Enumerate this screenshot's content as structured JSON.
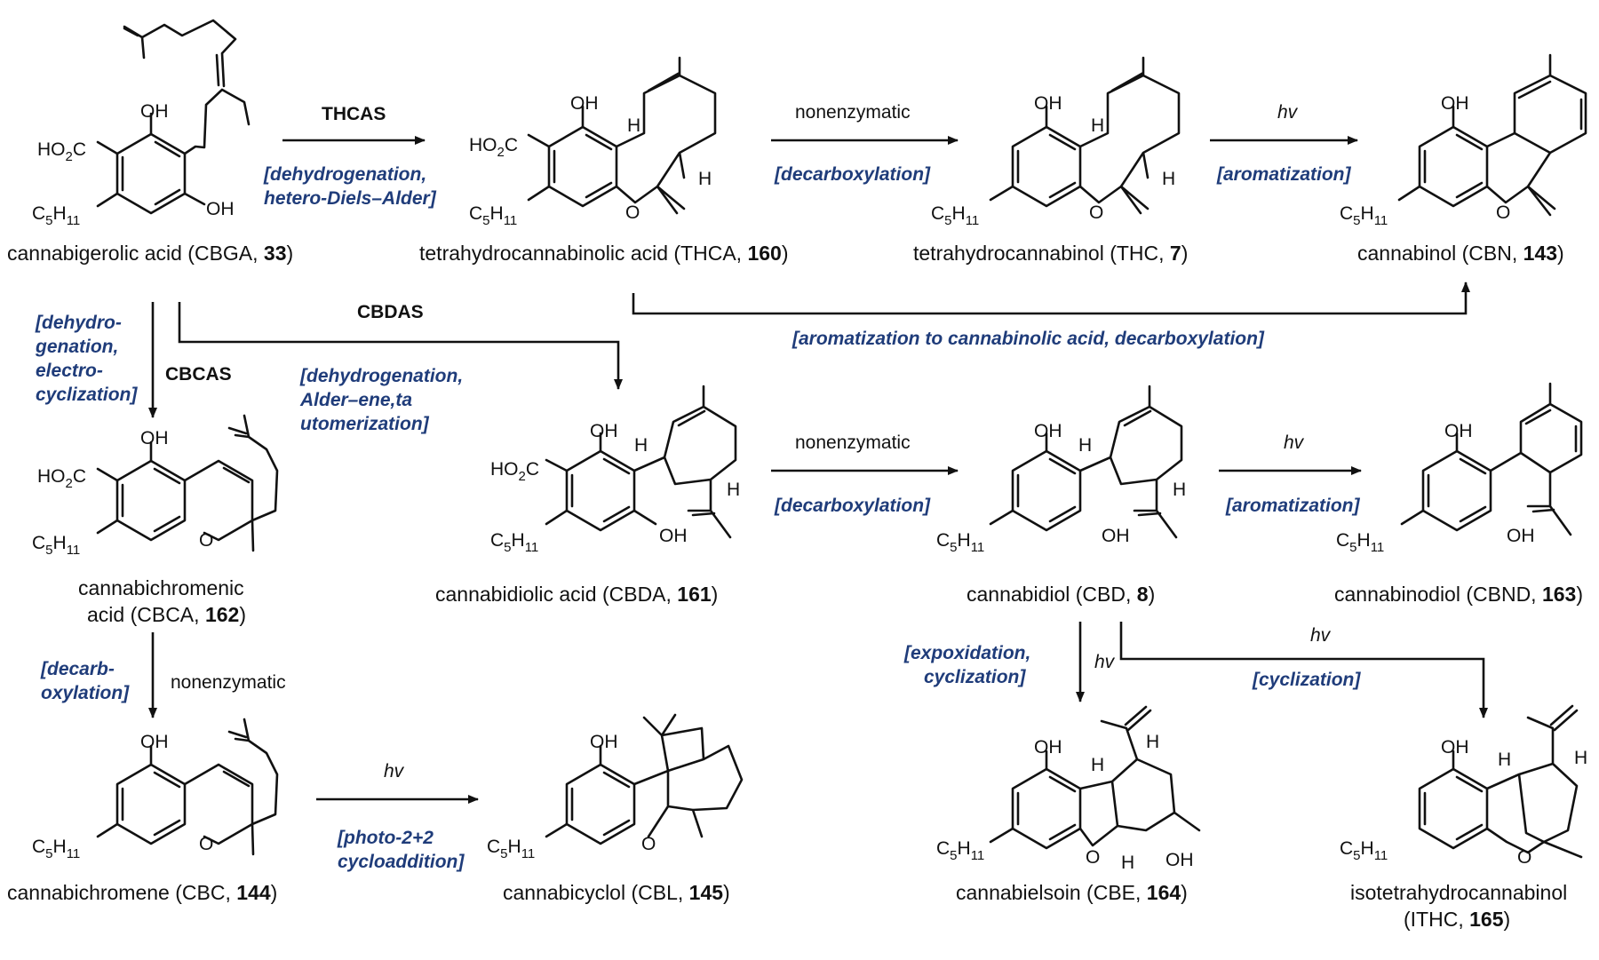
{
  "compounds": {
    "cbga": {
      "name": "cannabigerolic acid (CBGA, ",
      "num": "33",
      "close": ")"
    },
    "thca": {
      "name": "tetrahydrocannabinolic acid (THCA, ",
      "num": "160",
      "close": ")"
    },
    "thc": {
      "name": "tetrahydrocannabinol (THC, ",
      "num": "7",
      "close": ")"
    },
    "cbn": {
      "name": "cannabinol (CBN, ",
      "num": "143",
      "close": ")"
    },
    "cbca": {
      "line1": "cannabichromenic",
      "line2": "acid (CBCA, ",
      "num": "162",
      "close": ")"
    },
    "cbda": {
      "name": "cannabidiolic acid (CBDA, ",
      "num": "161",
      "close": ")"
    },
    "cbd": {
      "name": "cannabidiol (CBD, ",
      "num": "8",
      "close": ")"
    },
    "cbnd": {
      "name": "cannabinodiol (CBND, ",
      "num": "163",
      "close": ")"
    },
    "cbc": {
      "name": "cannabichromene (CBC, ",
      "num": "144",
      "close": ")"
    },
    "cbl": {
      "name": "cannabicyclol (CBL, ",
      "num": "145",
      "close": ")"
    },
    "cbe": {
      "name": "cannabielsoin (CBE, ",
      "num": "164",
      "close": ")"
    },
    "ithc": {
      "line1": "isotetrahydrocannabinol",
      "line2": "(ITHC, ",
      "num": "165",
      "close": ")"
    }
  },
  "enzymes": {
    "thcas": "THCAS",
    "cbdas": "CBDAS",
    "cbcas": "CBCAS"
  },
  "reagents": {
    "nonenzymatic": "nonenzymatic",
    "hv": "hv"
  },
  "conditions": {
    "thcas": [
      "[dehydrogenation,",
      "hetero-Diels–Alder]"
    ],
    "decarb": "[decarboxylation]",
    "arom": "[aromatization]",
    "cbn_long": "[aromatization to cannabinolic acid, decarboxylation]",
    "cbcas": [
      "[dehydro-",
      "genation,",
      "electro-",
      "cyclization]"
    ],
    "cbdas": [
      "[dehydrogenation,",
      "Alder–ene,ta",
      "utomerization]"
    ],
    "decarb_split": [
      "[decarb-",
      "oxylation]"
    ],
    "photo": [
      "[photo-2+2",
      "cycloaddition]"
    ],
    "expox": [
      "[expoxidation,",
      "cyclization]"
    ],
    "cycl": "[cyclization]"
  },
  "atoms": {
    "oh": "OH",
    "h": "H",
    "o": "O",
    "co2h_main": "HO",
    "co2h_sub": "2",
    "co2h_tail": "C",
    "c5": "C",
    "c5_sub1": "5",
    "h11": "H",
    "c5_sub2": "11"
  }
}
